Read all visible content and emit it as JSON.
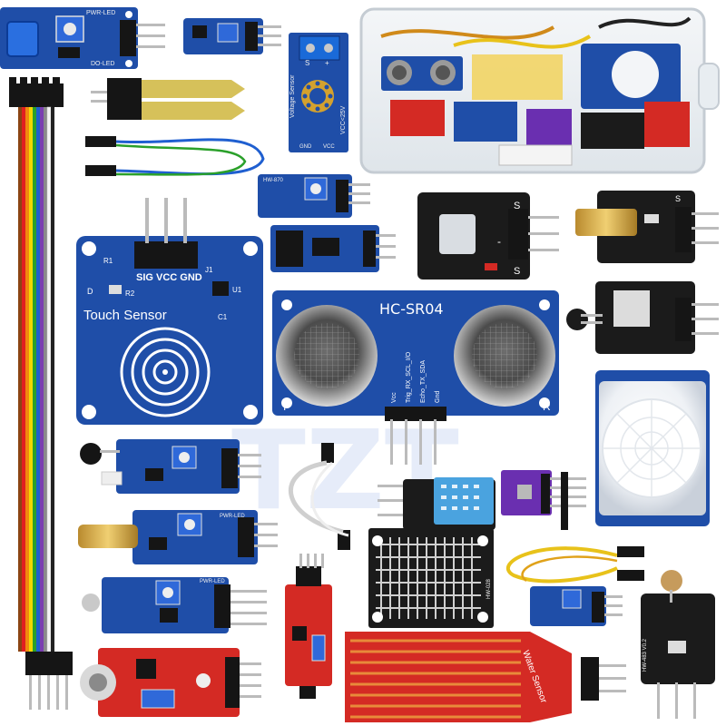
{
  "image": {
    "subject": "Arduino sensor module kit product photo",
    "colors": {
      "background": "#ffffff",
      "pcb_blue": "#1f4ea8",
      "pcb_blue_dark": "#163a85",
      "pcb_black": "#1b1b1b",
      "pcb_red": "#d42a24",
      "pin_gold": "#c9a94a",
      "pin_black": "#151515",
      "box_clear": "#e9eef3",
      "watermark": "#9fb8e8"
    }
  },
  "labels": {
    "touch_pins": "SIG VCC GND",
    "touch_name": "Touch Sensor",
    "touch_d": "D",
    "touch_r1": "R1",
    "touch_r2": "R2",
    "touch_c1": "C1",
    "touch_j1": "J1",
    "touch_u1": "U1",
    "hcsr04_title": "HC-SR04",
    "hcsr04_t": "T",
    "hcsr04_r": "R",
    "hcsr04_pin_vcc": "Vcc",
    "hcsr04_pin_trig": "Trig_RX_SCL_I/O",
    "hcsr04_pin_echo": "Echo_TX_SDA",
    "hcsr04_pin_gnd": "Gnd",
    "voltage_title": "Voltage Sensor",
    "voltage_vcc": "VCC<25V",
    "voltage_plus": "+",
    "voltage_s": "S",
    "voltage_gnd": "GND",
    "voltage_vcc2": "VCC",
    "water_sensor": "Water Sensor",
    "pwr_led": "PWR-LED",
    "do_led": "DO-LED",
    "hw_870": "HW-870",
    "hw_483": "HW-483 V0.2",
    "rain": "HW-028",
    "s_label": "S",
    "minus": "-",
    "plus": "+",
    "watermark": "TZT"
  }
}
